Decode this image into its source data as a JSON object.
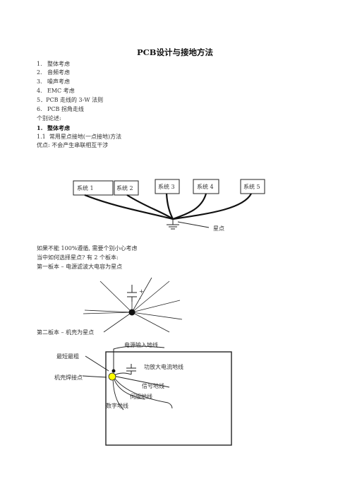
{
  "title": "PCB设计与接地方法",
  "toc": [
    {
      "num": "1.",
      "text": "整体考虑"
    },
    {
      "num": "2.",
      "text": "音频考虑"
    },
    {
      "num": "3.",
      "text": "噪声考虑"
    },
    {
      "num": "4.",
      "text": "EMC 考虑"
    },
    {
      "num": "5．",
      "text": "PCB 走线的 3-W 法则"
    },
    {
      "num": "6.",
      "text": "PCB 拐角走线"
    }
  ],
  "discussion_label": "个别论述:",
  "section1": {
    "num": "1.",
    "heading": "整体考虑"
  },
  "section1_1": {
    "num": "1.1",
    "text": "常用星点接地(一点接地)方法"
  },
  "advantage": "优点: 不会产生串联相互干涉",
  "diagram1": {
    "systems": [
      "系统 1",
      "系统 2",
      "系统 3",
      "系统 4",
      "系统 5"
    ],
    "star_label": "星点"
  },
  "notes": [
    "如果不能 100%遵循, 需要个别小心考虑",
    "当中如何选择星点?  有 2 个板本:",
    "第一板本 – 电源滤波大电容为星点"
  ],
  "diagram2": {
    "plus": "+",
    "minus": "-"
  },
  "second_version": "第二板本 – 机壳为星点",
  "diagram3": {
    "power_input": "电源输入地线",
    "shortest_thickest": "最短最粗",
    "amp_ground": "功放大电流地线",
    "chassis_point": "机壳焊接点",
    "signal_ground": "信号地线",
    "servo_ground": "伺服地线",
    "digital_ground": "数字地线"
  }
}
